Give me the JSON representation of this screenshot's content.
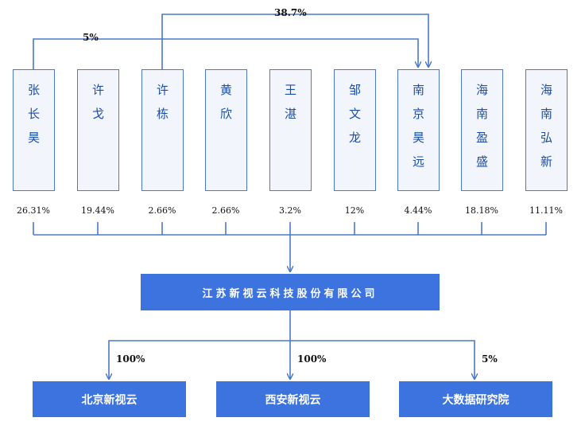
{
  "shareholders": [
    {
      "name": "张长昊",
      "pct": "26.31%"
    },
    {
      "name": "许戈",
      "pct": "19.44%"
    },
    {
      "name": "许栋",
      "pct": "2.66%"
    },
    {
      "name": "黄欣",
      "pct": "2.66%"
    },
    {
      "name": "王湛",
      "pct": "3.2%"
    },
    {
      "name": "邹文龙",
      "pct": "12%"
    },
    {
      "name": "南京昊远",
      "pct": "4.44%"
    },
    {
      "name": "海南盈盛",
      "pct": "18.18%"
    },
    {
      "name": "海南弘新",
      "pct": "11.11%"
    }
  ],
  "links": {
    "zhang_to_nanjing": "5%",
    "xudong_to_nanjing": "38.7%"
  },
  "company": {
    "name": "江苏新视云科技股份有限公司"
  },
  "subsidiaries": [
    {
      "name": "北京新视云",
      "pct": "100%"
    },
    {
      "name": "西安新视云",
      "pct": "100%"
    },
    {
      "name": "大数据研究院",
      "pct": "5%"
    }
  ],
  "colors": {
    "accent": "#3d73df",
    "line": "#4a78cc",
    "box_fill": "#f2f5fc"
  }
}
